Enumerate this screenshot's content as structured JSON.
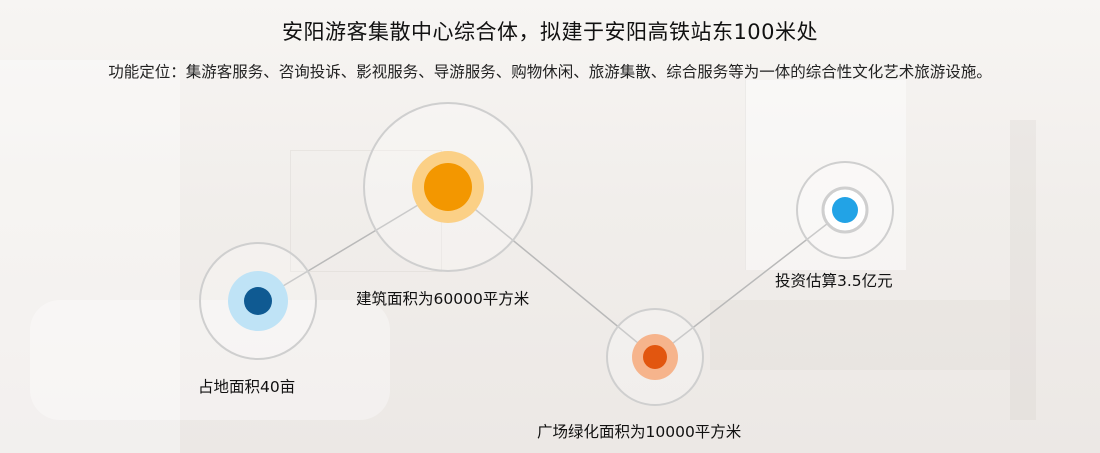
{
  "title": "安阳游客集散中心综合体，拟建于安阳高铁站东100米处",
  "subtitle": "功能定位：集游客服务、咨询投诉、影视服务、导游服务、购物休闲、旅游集散、综合服务等为一体的综合性文化艺术旅游设施。",
  "nodes": [
    {
      "label": "占地面积40亩",
      "outer_color": "#bfe3f6",
      "core_color": "#0f5a92"
    },
    {
      "label": "建筑面积为60000平方米",
      "outer_color": "#fbd086",
      "core_color": "#f39700"
    },
    {
      "label": "广场绿化面积为10000平方米",
      "outer_color": "#f6b48c",
      "core_color": "#e2560f"
    },
    {
      "label": "投资估算3.5亿元",
      "outer_color": "#ffffff",
      "core_color": "#22a3e6"
    }
  ],
  "colors": {
    "ring": "#cfcfcf",
    "connector": "#b9b9b9"
  }
}
